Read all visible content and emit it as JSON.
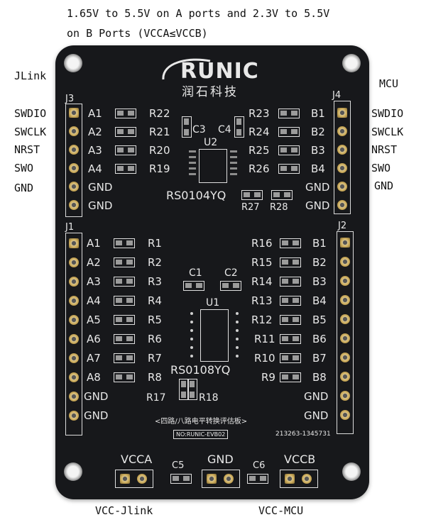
{
  "notes": {
    "top_line1": "1.65V to 5.5V on A ports and 2.3V to 5.5V",
    "top_line2": "on B Ports (VCCA≤VCCB)",
    "jlink": "JLink",
    "mcu": "MCU",
    "left_signals": [
      "SWDIO",
      "SWCLK",
      "NRST",
      "SWO",
      "GND"
    ],
    "right_signals": [
      "SWDIO",
      "SWCLK",
      "NRST",
      "SWO",
      "GND"
    ],
    "vcc_jlink": "VCC-Jlink",
    "vcc_mcu": "VCC-MCU"
  },
  "board": {
    "logo": "RUNIC",
    "logo_cn": "润石科技",
    "j3": "J3",
    "j4": "J4",
    "j1": "J1",
    "j2": "J2",
    "j3_labels": [
      "A1",
      "A2",
      "A3",
      "A4",
      "GND",
      "GND"
    ],
    "j4_labels": [
      "B1",
      "B2",
      "B3",
      "B4",
      "GND",
      "GND"
    ],
    "r_left_top": [
      "R22",
      "R21",
      "R20",
      "R19"
    ],
    "r_right_top": [
      "R23",
      "R24",
      "R25",
      "R26"
    ],
    "c3": "C3",
    "c4": "C4",
    "u2": "U2",
    "chip_top": "RS0104YQ",
    "r27": "R27",
    "r28": "R28",
    "j1_labels": [
      "A1",
      "A2",
      "A3",
      "A4",
      "A5",
      "A6",
      "A7",
      "A8",
      "GND",
      "GND"
    ],
    "j2_labels": [
      "B1",
      "B2",
      "B3",
      "B4",
      "B5",
      "B6",
      "B7",
      "B8",
      "GND",
      "GND"
    ],
    "r_left_bot": [
      "R1",
      "R2",
      "R3",
      "R4",
      "R5",
      "R6",
      "R7",
      "R8"
    ],
    "r_right_bot": [
      "R16",
      "R15",
      "R14",
      "R13",
      "R12",
      "R11",
      "R10",
      "R9"
    ],
    "c1": "C1",
    "c2": "C2",
    "u1": "U1",
    "chip_bot": "RS0108YQ",
    "r17": "R17",
    "r18": "R18",
    "board_title": "<四路/八路电平转换评估板>",
    "board_no": "NO:RUNIC-EVB02",
    "serial": "213263-1345731",
    "vcca": "VCCA",
    "c5": "C5",
    "gnd": "GND",
    "c6": "C6",
    "vccb": "VCCB"
  }
}
